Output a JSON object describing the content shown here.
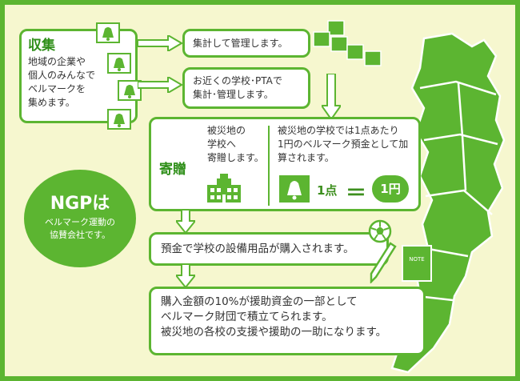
{
  "collect": {
    "title": "収集",
    "lines": [
      "地域の企業や",
      "個人のみんなで",
      "ベルマークを",
      "集めます。"
    ]
  },
  "tally1": {
    "text": "集計して管理します。"
  },
  "tally2": {
    "lines": [
      "お近くの学校･PTAで",
      "集計･管理します。"
    ]
  },
  "donate": {
    "title": "寄贈",
    "left_lines": [
      "被災地の",
      "学校へ",
      "寄贈します。"
    ],
    "right_lines": [
      "被災地の学校では1点あたり",
      "1円のベルマーク預金として加",
      "算されます。"
    ],
    "point_label": "1点",
    "equals": "＝",
    "yen_label": "1円"
  },
  "ngp": {
    "title": "NGPは",
    "lines": [
      "ベルマーク運動の",
      "協賛会社です。"
    ]
  },
  "deposit": {
    "text": "預金で学校の設備用品が購入されます。"
  },
  "note_label": "NOTE",
  "final": {
    "lines": [
      "購入金額の10%が援助資金の一部として",
      "ベルマーク財団で積立てられます。",
      "被災地の各校の支援や援助の一助になります。"
    ]
  },
  "colors": {
    "green": "#5cb531",
    "dark_green": "#3d8f1e",
    "background": "#f6f7cf"
  }
}
